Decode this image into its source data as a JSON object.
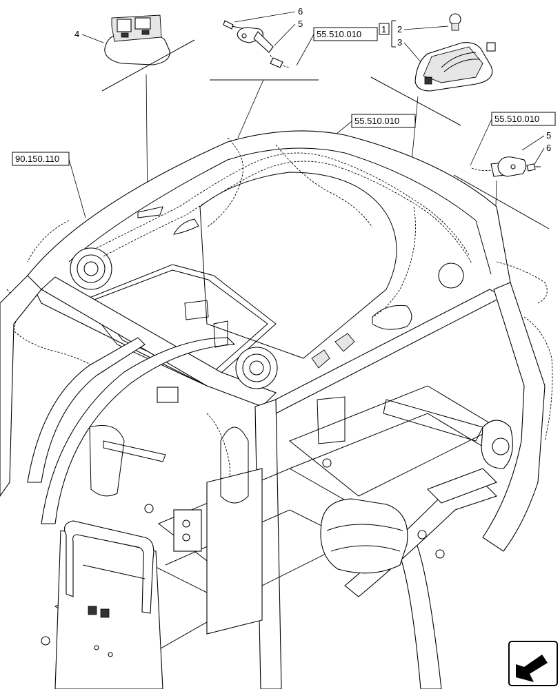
{
  "callouts": {
    "item4": "4",
    "item6_top": "6",
    "item5_top": "5",
    "ref_top": "55.510.010",
    "kit_box": "1",
    "item2": "2",
    "item3": "3",
    "ref_mid": "55.510.010",
    "ref_left": "90.150.110",
    "ref_right": "55.510.010",
    "item5_right": "5",
    "item6_right": "6"
  },
  "icons": {
    "nav_arrow": "next-page-arrow-icon"
  }
}
